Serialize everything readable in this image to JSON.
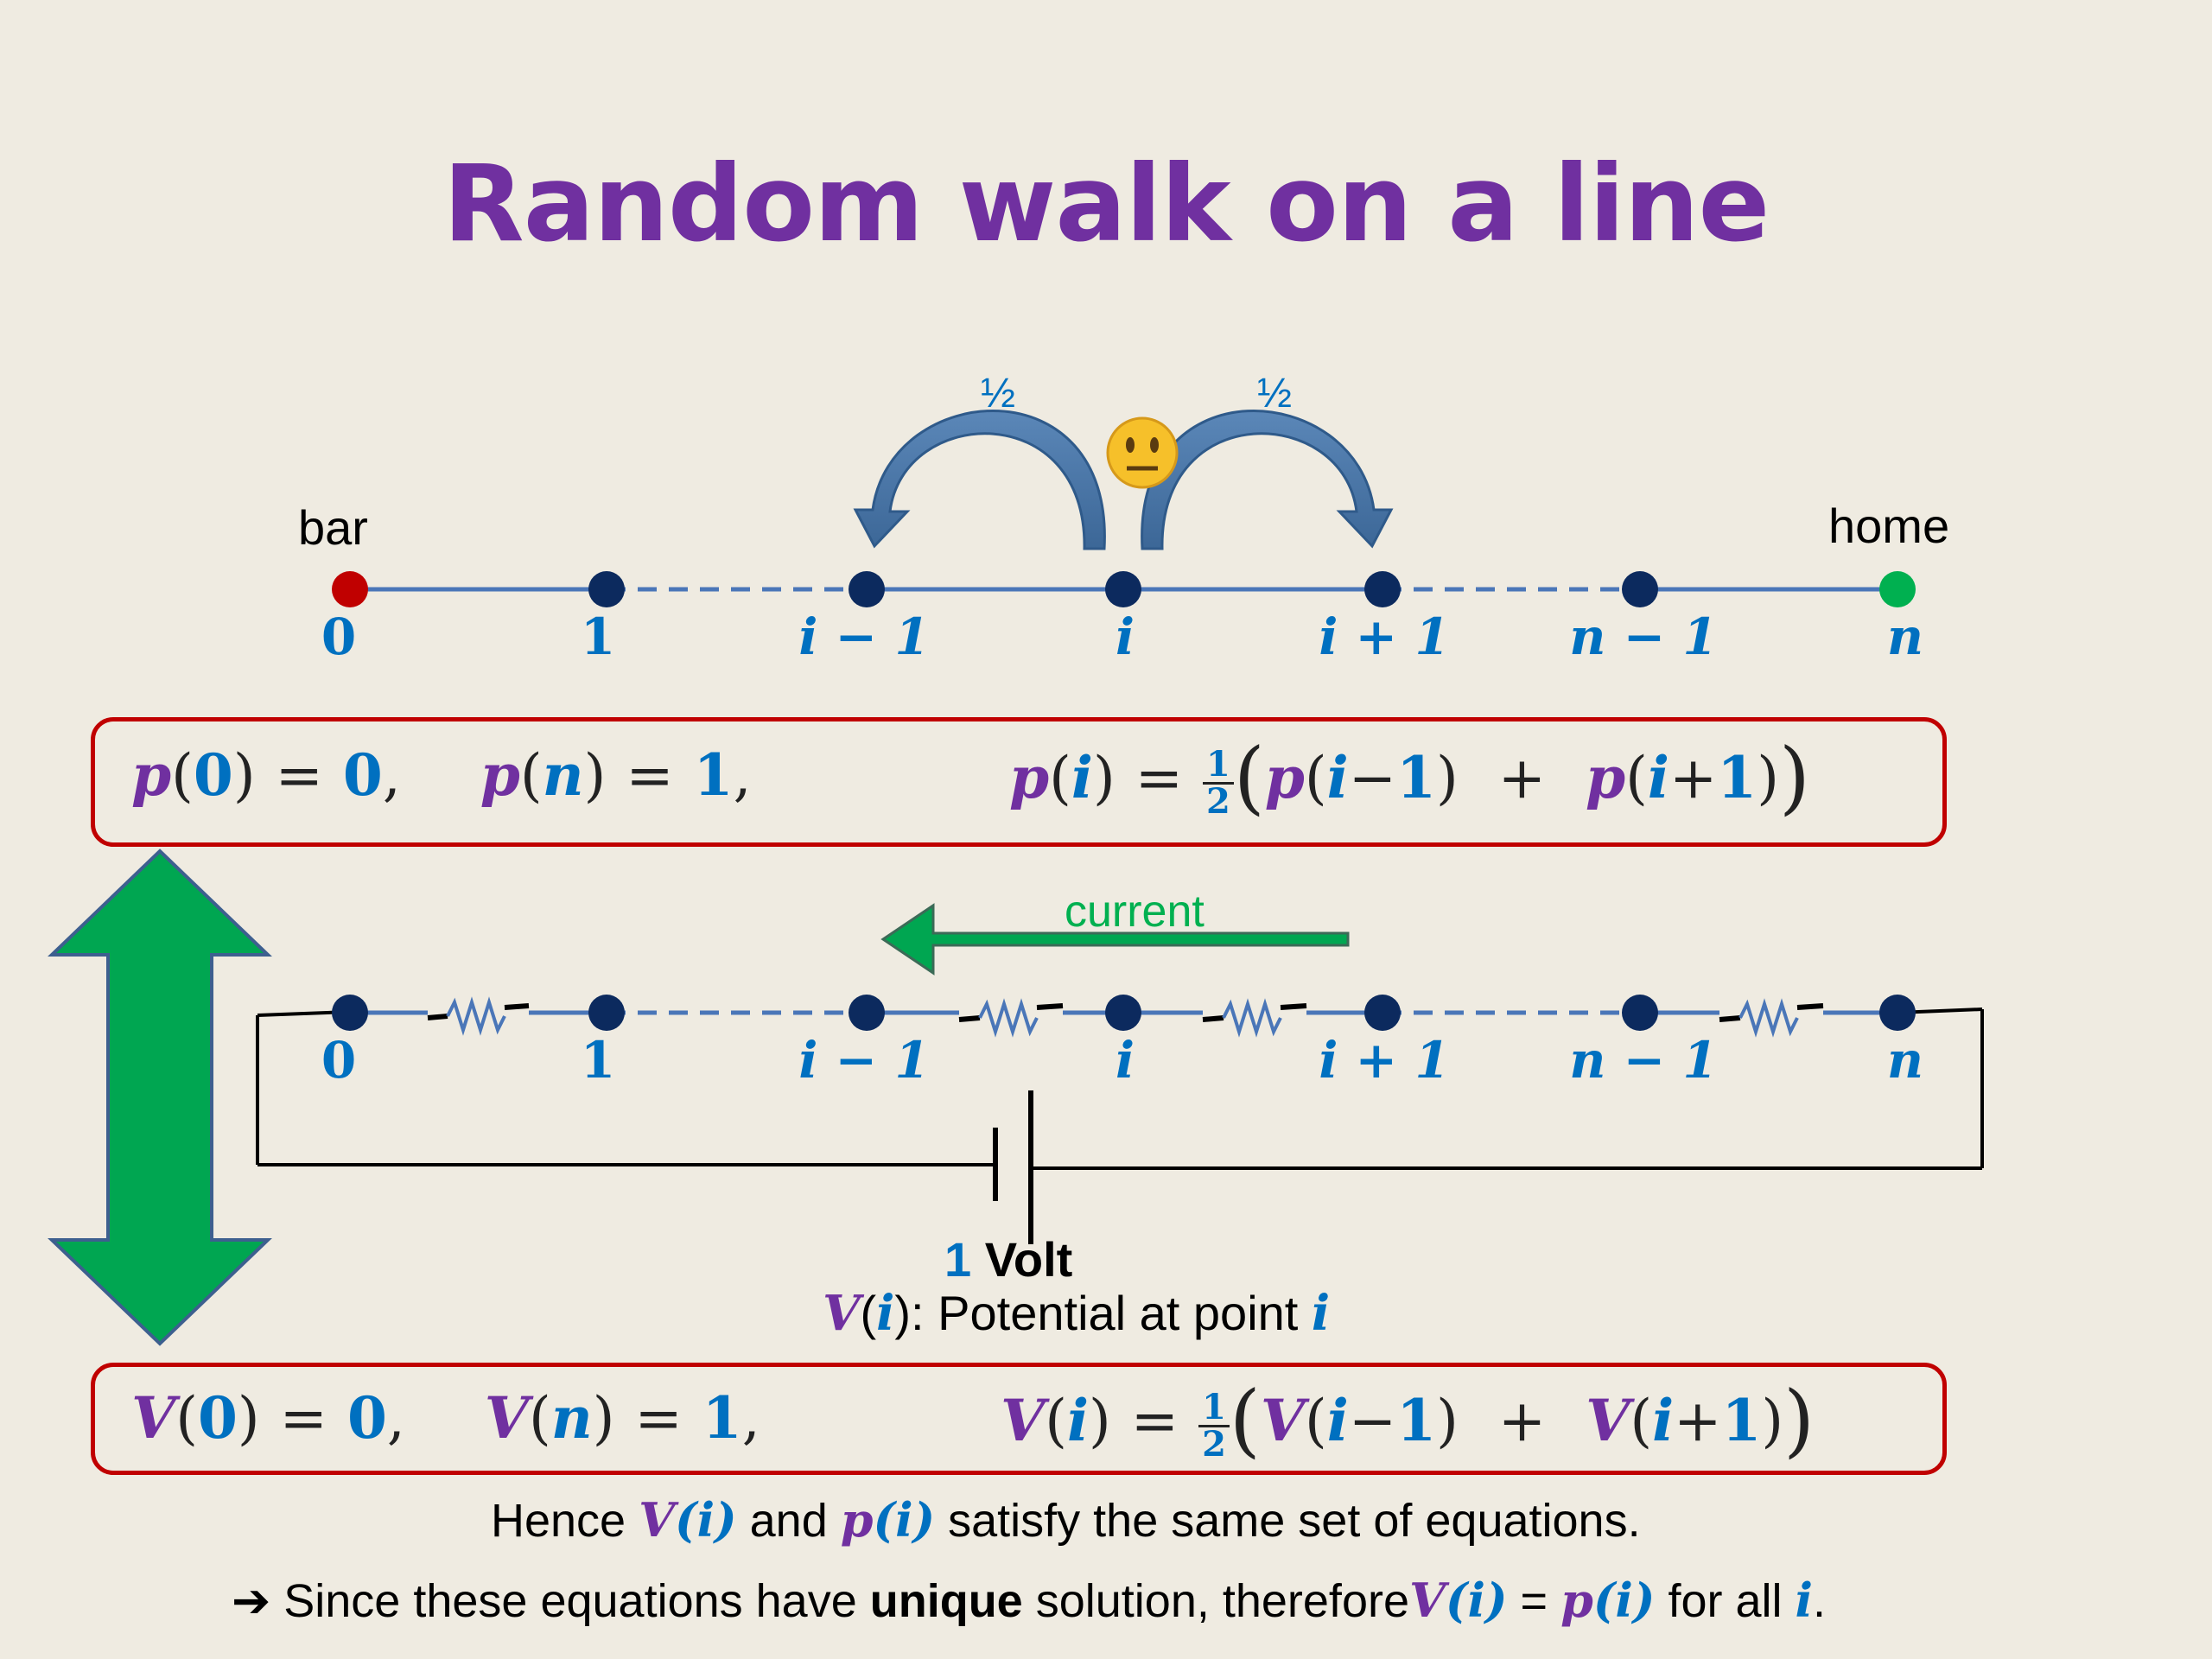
{
  "colors": {
    "background": "#efebe1",
    "title": "#7030a0",
    "node": "#0c2a5e",
    "start_node": "#c00000",
    "end_node": "#00b050",
    "index_text": "#0070c0",
    "box_border": "#c00000",
    "arrow_green": "#00a651",
    "arrow_blue": "#4a76a8"
  },
  "title": "Random walk on a line",
  "walk": {
    "left_label": "bar",
    "right_label": "home",
    "step_prob_left": "½",
    "step_prob_right": "½",
    "walker_icon": "neutral-face-icon",
    "indices": [
      "0",
      "1",
      "i − 1",
      "i",
      "i + 1",
      "n − 1",
      "n"
    ]
  },
  "p_equation": {
    "p": "p",
    "lp": "(",
    "rp": ")",
    "zero": "0",
    "one": "1",
    "n": "n",
    "i": "i",
    "eq": "=",
    "comma": ",",
    "plus": "+",
    "minus": "−",
    "half_num": "1",
    "half_den": "2"
  },
  "circuit": {
    "current_label": "current",
    "indices": [
      "0",
      "1",
      "i − 1",
      "i",
      "i + 1",
      "n − 1",
      "n"
    ],
    "battery_value": "1",
    "battery_unit": "Volt",
    "potential_v": "V",
    "potential_lp": "(",
    "potential_i": "i",
    "potential_rp": ")",
    "potential_text": ": Potential at point ",
    "potential_point": "i"
  },
  "v_equation": {
    "v": "V",
    "lp": "(",
    "rp": ")",
    "zero": "0",
    "one": "1",
    "n": "n",
    "i": "i",
    "eq": "=",
    "comma": ",",
    "plus": "+",
    "minus": "−",
    "half_num": "1",
    "half_den": "2"
  },
  "conclusion": {
    "line1_pre": "Hence ",
    "line1_v": "V",
    "line1_vi": "(i)",
    "line1_and": " and ",
    "line1_p": "p",
    "line1_pi": "(i)",
    "line1_post": " satisfy the same set of equations.",
    "line2_arrow": "➔",
    "line2_pre": " Since these equations have ",
    "line2_bold": "unique",
    "line2_mid": " solution, therefore",
    "line2_v": "V",
    "line2_vi": "(i)",
    "line2_eq": " = ",
    "line2_p": "p",
    "line2_pi": "(i)",
    "line2_post": " for all ",
    "line2_i": "i",
    "line2_end": "."
  }
}
